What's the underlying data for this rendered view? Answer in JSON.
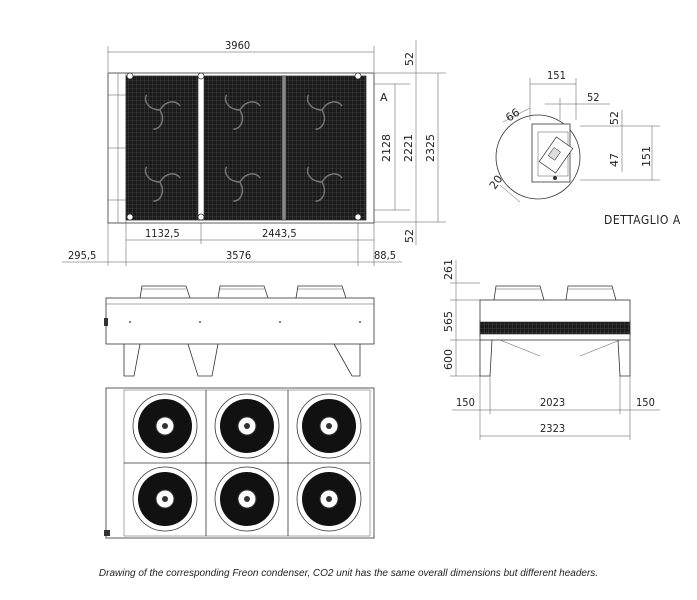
{
  "dimensions": {
    "top_width": "3960",
    "top_margin": "52",
    "bottom_margin": "52",
    "inner_height": "2128",
    "mid_height": "2221",
    "overall_height": "2325",
    "left_offset": "1132,5",
    "fan_pitch": "2443,5",
    "overhang_left": "295,5",
    "body_length": "3576",
    "overhang_right": "88,5",
    "side_top": "261",
    "side_mid": "565",
    "side_bottom": "600",
    "leg_left": "150",
    "leg_span": "2023",
    "leg_right": "150",
    "side_overall": "2323"
  },
  "detail": {
    "label": "DETTAGLIO A",
    "marker": "A",
    "d151_top": "151",
    "d52": "52",
    "d66": "66",
    "d52_side": "52",
    "d47": "47",
    "d151_side": "151",
    "d20": "20"
  },
  "caption": "Drawing of the corresponding Freon condenser, CO2 unit has the same overall dimensions but different headers."
}
